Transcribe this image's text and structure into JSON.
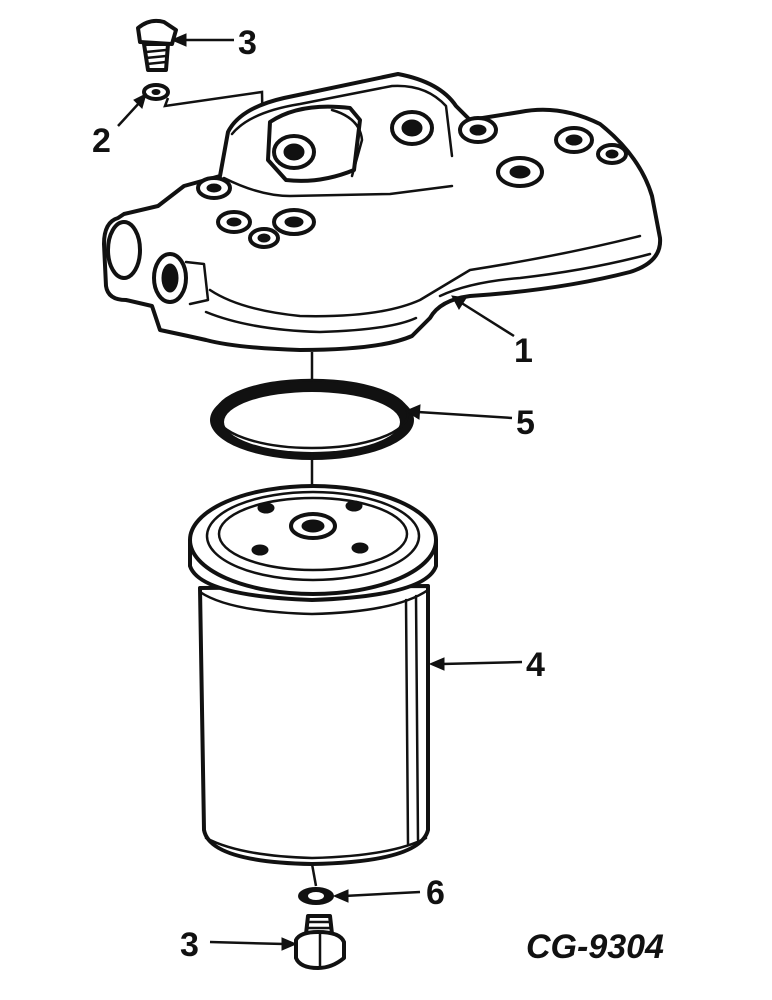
{
  "figure_code": "CG-9304",
  "callouts": {
    "c1": "1",
    "c2": "2",
    "c3_top": "3",
    "c3_bottom": "3",
    "c4": "4",
    "c5": "5",
    "c6": "6"
  },
  "colors": {
    "ink": "#111111",
    "paper": "#ffffff"
  }
}
